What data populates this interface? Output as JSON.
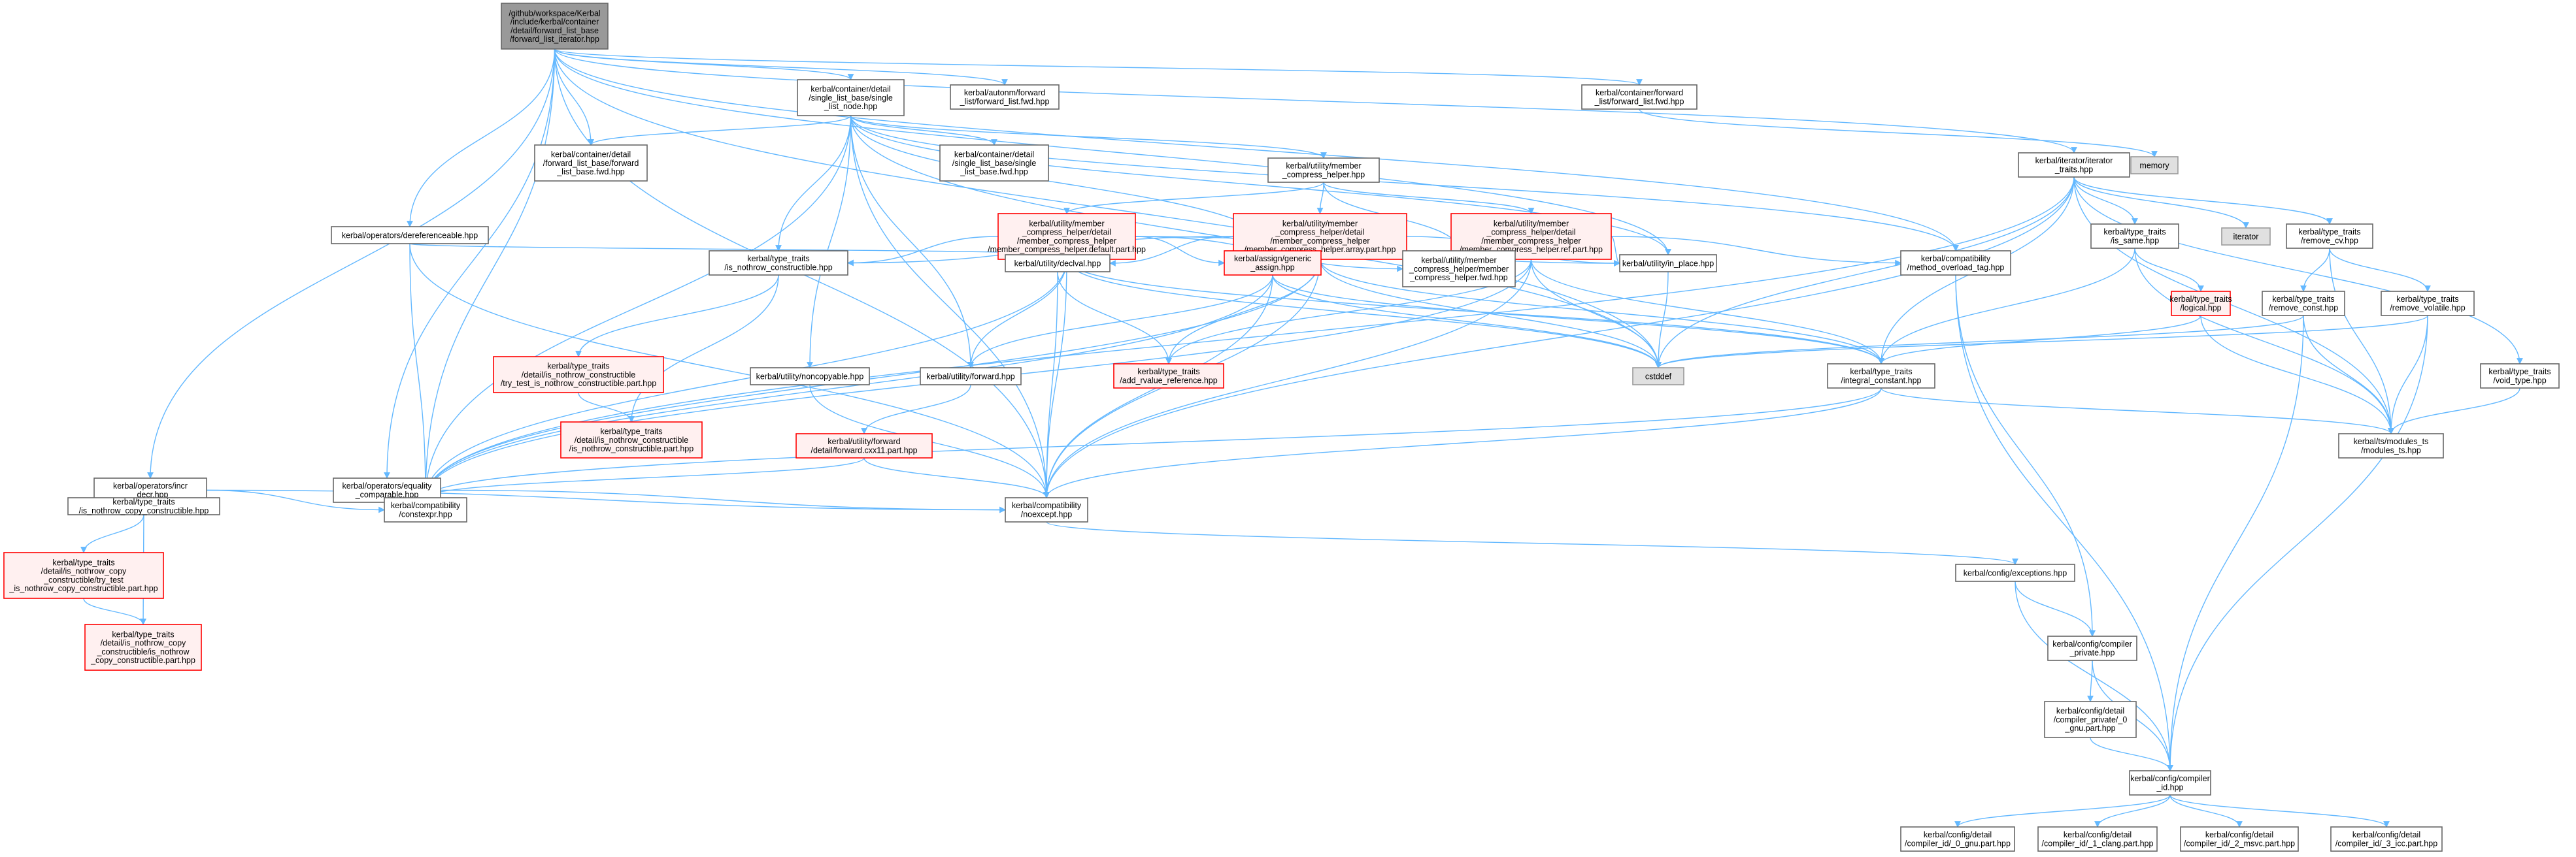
{
  "colors": {
    "edge": "#63b8ff",
    "root_fill": "#999999",
    "normal_stroke": "#666666",
    "normal_fill": "#ffffff",
    "truncated_stroke": "#ff0000",
    "truncated_fill": "#fff0f0",
    "external_fill": "#e0e0e0",
    "external_stroke": "#999999"
  },
  "nodes": [
    {
      "id": "root",
      "kind": "root",
      "lines": [
        "/github/workspace/Kerbal",
        "/include/kerbal/container",
        "/detail/forward_list_base",
        "/forward_list_iterator.hpp"
      ]
    },
    {
      "id": "single_list_node",
      "kind": "normal",
      "lines": [
        "kerbal/container/detail",
        "/single_list_base/single",
        "_list_node.hpp"
      ]
    },
    {
      "id": "autonm_fwd",
      "kind": "normal",
      "lines": [
        "kerbal/autonm/forward",
        "_list/forward_list.fwd.hpp"
      ]
    },
    {
      "id": "container_fwd",
      "kind": "normal",
      "lines": [
        "kerbal/container/forward",
        "_list/forward_list.fwd.hpp"
      ]
    },
    {
      "id": "memory",
      "kind": "external",
      "lines": [
        "memory"
      ]
    },
    {
      "id": "fl_base_fwd",
      "kind": "normal",
      "lines": [
        "kerbal/container/detail",
        "/forward_list_base/forward",
        "_list_base.fwd.hpp"
      ]
    },
    {
      "id": "slb_fwd",
      "kind": "normal",
      "lines": [
        "kerbal/container/detail",
        "/single_list_base/single",
        "_list_base.fwd.hpp"
      ]
    },
    {
      "id": "member_compress_helper",
      "kind": "normal",
      "lines": [
        "kerbal/utility/member",
        "_compress_helper.hpp"
      ]
    },
    {
      "id": "iterator_traits",
      "kind": "normal",
      "lines": [
        "kerbal/iterator/iterator",
        "_traits.hpp"
      ]
    },
    {
      "id": "mch_default",
      "kind": "truncated",
      "lines": [
        "kerbal/utility/member",
        "_compress_helper/detail",
        "/member_compress_helper",
        "/member_compress_helper.default.part.hpp"
      ]
    },
    {
      "id": "mch_array",
      "kind": "truncated",
      "lines": [
        "kerbal/utility/member",
        "_compress_helper/detail",
        "/member_compress_helper",
        "/member_compress_helper.array.part.hpp"
      ]
    },
    {
      "id": "mch_ref",
      "kind": "truncated",
      "lines": [
        "kerbal/utility/member",
        "_compress_helper/detail",
        "/member_compress_helper",
        "/member_compress_helper.ref.part.hpp"
      ]
    },
    {
      "id": "dereferenceable",
      "kind": "normal",
      "lines": [
        "kerbal/operators/dereferenceable.hpp"
      ]
    },
    {
      "id": "is_same",
      "kind": "normal",
      "lines": [
        "kerbal/type_traits",
        "/is_same.hpp"
      ]
    },
    {
      "id": "iterator",
      "kind": "external",
      "lines": [
        "iterator"
      ]
    },
    {
      "id": "remove_cv",
      "kind": "normal",
      "lines": [
        "kerbal/type_traits",
        "/remove_cv.hpp"
      ]
    },
    {
      "id": "is_nothrow_constructible",
      "kind": "normal",
      "lines": [
        "kerbal/type_traits",
        "/is_nothrow_constructible.hpp"
      ]
    },
    {
      "id": "declval",
      "kind": "normal",
      "lines": [
        "kerbal/utility/declval.hpp"
      ]
    },
    {
      "id": "assign_generic",
      "kind": "truncated",
      "lines": [
        "kerbal/assign/generic",
        "_assign.hpp"
      ]
    },
    {
      "id": "mch_fwd",
      "kind": "normal",
      "lines": [
        "kerbal/utility/member",
        "_compress_helper/member",
        "_compress_helper.fwd.hpp"
      ]
    },
    {
      "id": "in_place",
      "kind": "normal",
      "lines": [
        "kerbal/utility/in_place.hpp"
      ]
    },
    {
      "id": "method_overload_tag",
      "kind": "normal",
      "lines": [
        "kerbal/compatibility",
        "/method_overload_tag.hpp"
      ]
    },
    {
      "id": "logical",
      "kind": "truncated",
      "lines": [
        "kerbal/type_traits",
        "/logical.hpp"
      ]
    },
    {
      "id": "remove_const",
      "kind": "normal",
      "lines": [
        "kerbal/type_traits",
        "/remove_const.hpp"
      ]
    },
    {
      "id": "remove_volatile",
      "kind": "normal",
      "lines": [
        "kerbal/type_traits",
        "/remove_volatile.hpp"
      ]
    },
    {
      "id": "cstddef",
      "kind": "external",
      "lines": [
        "cstddef"
      ]
    },
    {
      "id": "try_test_inc",
      "kind": "truncated",
      "lines": [
        "kerbal/type_traits",
        "/detail/is_nothrow_constructible",
        "/try_test_is_nothrow_constructible.part.hpp"
      ]
    },
    {
      "id": "noncopyable",
      "kind": "normal",
      "lines": [
        "kerbal/utility/noncopyable.hpp"
      ]
    },
    {
      "id": "forward",
      "kind": "normal",
      "lines": [
        "kerbal/utility/forward.hpp"
      ]
    },
    {
      "id": "add_rvalue_reference",
      "kind": "truncated",
      "lines": [
        "kerbal/type_traits",
        "/add_rvalue_reference.hpp"
      ]
    },
    {
      "id": "integral_constant",
      "kind": "normal",
      "lines": [
        "kerbal/type_traits",
        "/integral_constant.hpp"
      ]
    },
    {
      "id": "void_type",
      "kind": "normal",
      "lines": [
        "kerbal/type_traits",
        "/void_type.hpp"
      ]
    },
    {
      "id": "inc_part",
      "kind": "truncated",
      "lines": [
        "kerbal/type_traits",
        "/detail/is_nothrow_constructible",
        "/is_nothrow_constructible.part.hpp"
      ]
    },
    {
      "id": "forward_cxx11",
      "kind": "truncated",
      "lines": [
        "kerbal/utility/forward",
        "/detail/forward.cxx11.part.hpp"
      ]
    },
    {
      "id": "modules_ts",
      "kind": "normal",
      "lines": [
        "kerbal/ts/modules_ts",
        "/modules_ts.hpp"
      ]
    },
    {
      "id": "incr_decr",
      "kind": "normal",
      "lines": [
        "kerbal/operators/incr",
        "_decr.hpp"
      ]
    },
    {
      "id": "equality_comparable",
      "kind": "normal",
      "lines": [
        "kerbal/operators/equality",
        "_comparable.hpp"
      ]
    },
    {
      "id": "constexpr",
      "kind": "normal",
      "lines": [
        "kerbal/compatibility",
        "/constexpr.hpp"
      ]
    },
    {
      "id": "noexcept",
      "kind": "normal",
      "lines": [
        "kerbal/compatibility",
        "/noexcept.hpp"
      ]
    },
    {
      "id": "is_nothrow_copy_constructible",
      "kind": "normal",
      "lines": [
        "kerbal/type_traits",
        "/is_nothrow_copy_constructible.hpp"
      ]
    },
    {
      "id": "try_test_incc",
      "kind": "truncated",
      "lines": [
        "kerbal/type_traits",
        "/detail/is_nothrow_copy",
        "_constructible/try_test",
        "_is_nothrow_copy_constructible.part.hpp"
      ]
    },
    {
      "id": "incc_part",
      "kind": "truncated",
      "lines": [
        "kerbal/type_traits",
        "/detail/is_nothrow_copy",
        "_constructible/is_nothrow",
        "_copy_constructible.part.hpp"
      ]
    },
    {
      "id": "exceptions",
      "kind": "normal",
      "lines": [
        "kerbal/config/exceptions.hpp"
      ]
    },
    {
      "id": "compiler_private",
      "kind": "normal",
      "lines": [
        "kerbal/config/compiler",
        "_private.hpp"
      ]
    },
    {
      "id": "compiler_private_0_gnu",
      "kind": "normal",
      "lines": [
        "kerbal/config/detail",
        "/compiler_private/_0",
        "_gnu.part.hpp"
      ]
    },
    {
      "id": "compiler_id",
      "kind": "normal",
      "lines": [
        "kerbal/config/compiler",
        "_id.hpp"
      ]
    },
    {
      "id": "cid_gnu",
      "kind": "normal",
      "lines": [
        "kerbal/config/detail",
        "/compiler_id/_0_gnu.part.hpp"
      ]
    },
    {
      "id": "cid_clang",
      "kind": "normal",
      "lines": [
        "kerbal/config/detail",
        "/compiler_id/_1_clang.part.hpp"
      ]
    },
    {
      "id": "cid_msvc",
      "kind": "normal",
      "lines": [
        "kerbal/config/detail",
        "/compiler_id/_2_msvc.part.hpp"
      ]
    },
    {
      "id": "cid_icc",
      "kind": "normal",
      "lines": [
        "kerbal/config/detail",
        "/compiler_id/_3_icc.part.hpp"
      ]
    }
  ]
}
